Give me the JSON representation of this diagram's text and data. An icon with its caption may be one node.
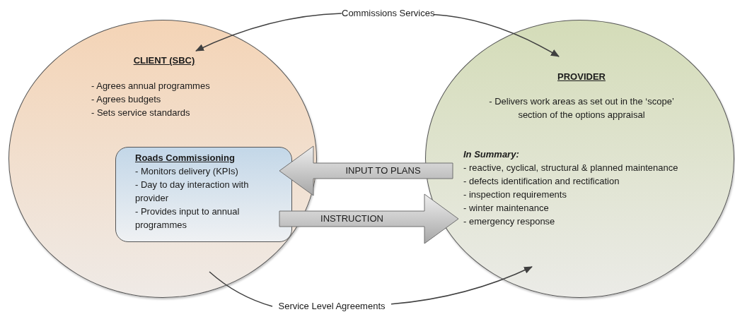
{
  "diagram": {
    "nodes": [
      {
        "text": [
          "CLIENT (SBC)",
          "- Agrees annual programmes",
          "- Agrees budgets",
          "- Sets service standards"
        ]
      },
      {
        "text": [
          "Roads Commissioning",
          "- Monitors delivery (KPIs)",
          "- Day to day interaction with provider",
          "- Provides input to annual programmes"
        ],
        "in": 0
      },
      {
        "text": [
          "PROVIDER",
          "- Delivers work areas as set out in the ‘scope’ section of the options appraisal",
          "In Summary:",
          "- reactive, cyclical, structural & planned maintenance",
          "- defects identification and rectification",
          "- inspection requirements",
          "- winter maintenance",
          "- emergency response"
        ]
      },
      {
        "text": [
          "Commissions Services"
        ]
      },
      {
        "text": [
          "Service Level Agreements"
        ]
      }
    ],
    "edges": [
      {
        "from": 3,
        "to": 0,
        "arrow": "to"
      },
      {
        "from": 3,
        "to": 2,
        "arrow": "to"
      },
      {
        "from": 4,
        "to": 0,
        "arrow": "none"
      },
      {
        "from": 4,
        "to": 2,
        "arrow": "to"
      },
      {
        "from": 2,
        "to": 1,
        "arrow": "to",
        "label": "INPUT TO PLANS",
        "style": "thick",
        "color": "#a6a6a6"
      },
      {
        "from": 1,
        "to": 2,
        "arrow": "to",
        "label": "INSTRUCTION",
        "style": "thick",
        "color": "#a6a6a6"
      }
    ]
  }
}
